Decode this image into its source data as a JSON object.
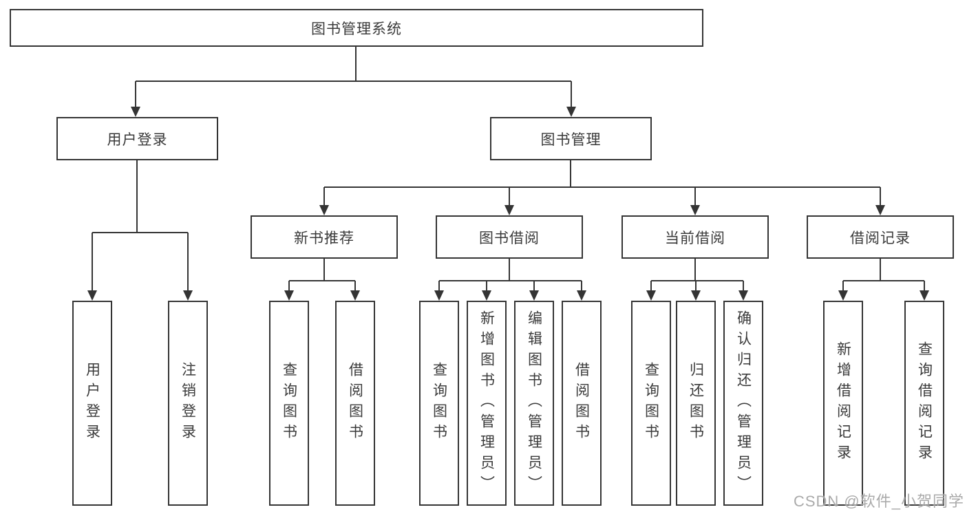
{
  "diagram": {
    "root": {
      "label": "图书管理系统"
    },
    "level2": [
      {
        "label": "用户登录"
      },
      {
        "label": "图书管理"
      }
    ],
    "level3": [
      {
        "label": "新书推荐"
      },
      {
        "label": "图书借阅"
      },
      {
        "label": "当前借阅"
      },
      {
        "label": "借阅记录"
      }
    ],
    "leaves": {
      "user_login": [
        {
          "label": "用户登录"
        },
        {
          "label": "注销登录"
        }
      ],
      "new_book": [
        {
          "label": "查询图书"
        },
        {
          "label": "借阅图书"
        }
      ],
      "book_borrow": [
        {
          "label": "查询图书"
        },
        {
          "label": "新增图书（管理员）"
        },
        {
          "label": "编辑图书（管理员）"
        },
        {
          "label": "借阅图书"
        }
      ],
      "current_borrow": [
        {
          "label": "查询图书"
        },
        {
          "label": "归还图书"
        },
        {
          "label": "确认归还（管理员）"
        }
      ],
      "borrow_record": [
        {
          "label": "新增借阅记录"
        },
        {
          "label": "查询借阅记录"
        }
      ]
    },
    "watermark": "CSDN @软件_小贺同学",
    "colors": {
      "line": "#343434",
      "box_border": "#343434",
      "text": "#3a3a3a",
      "watermark": "#9b9b9b",
      "background": "#ffffff"
    }
  }
}
